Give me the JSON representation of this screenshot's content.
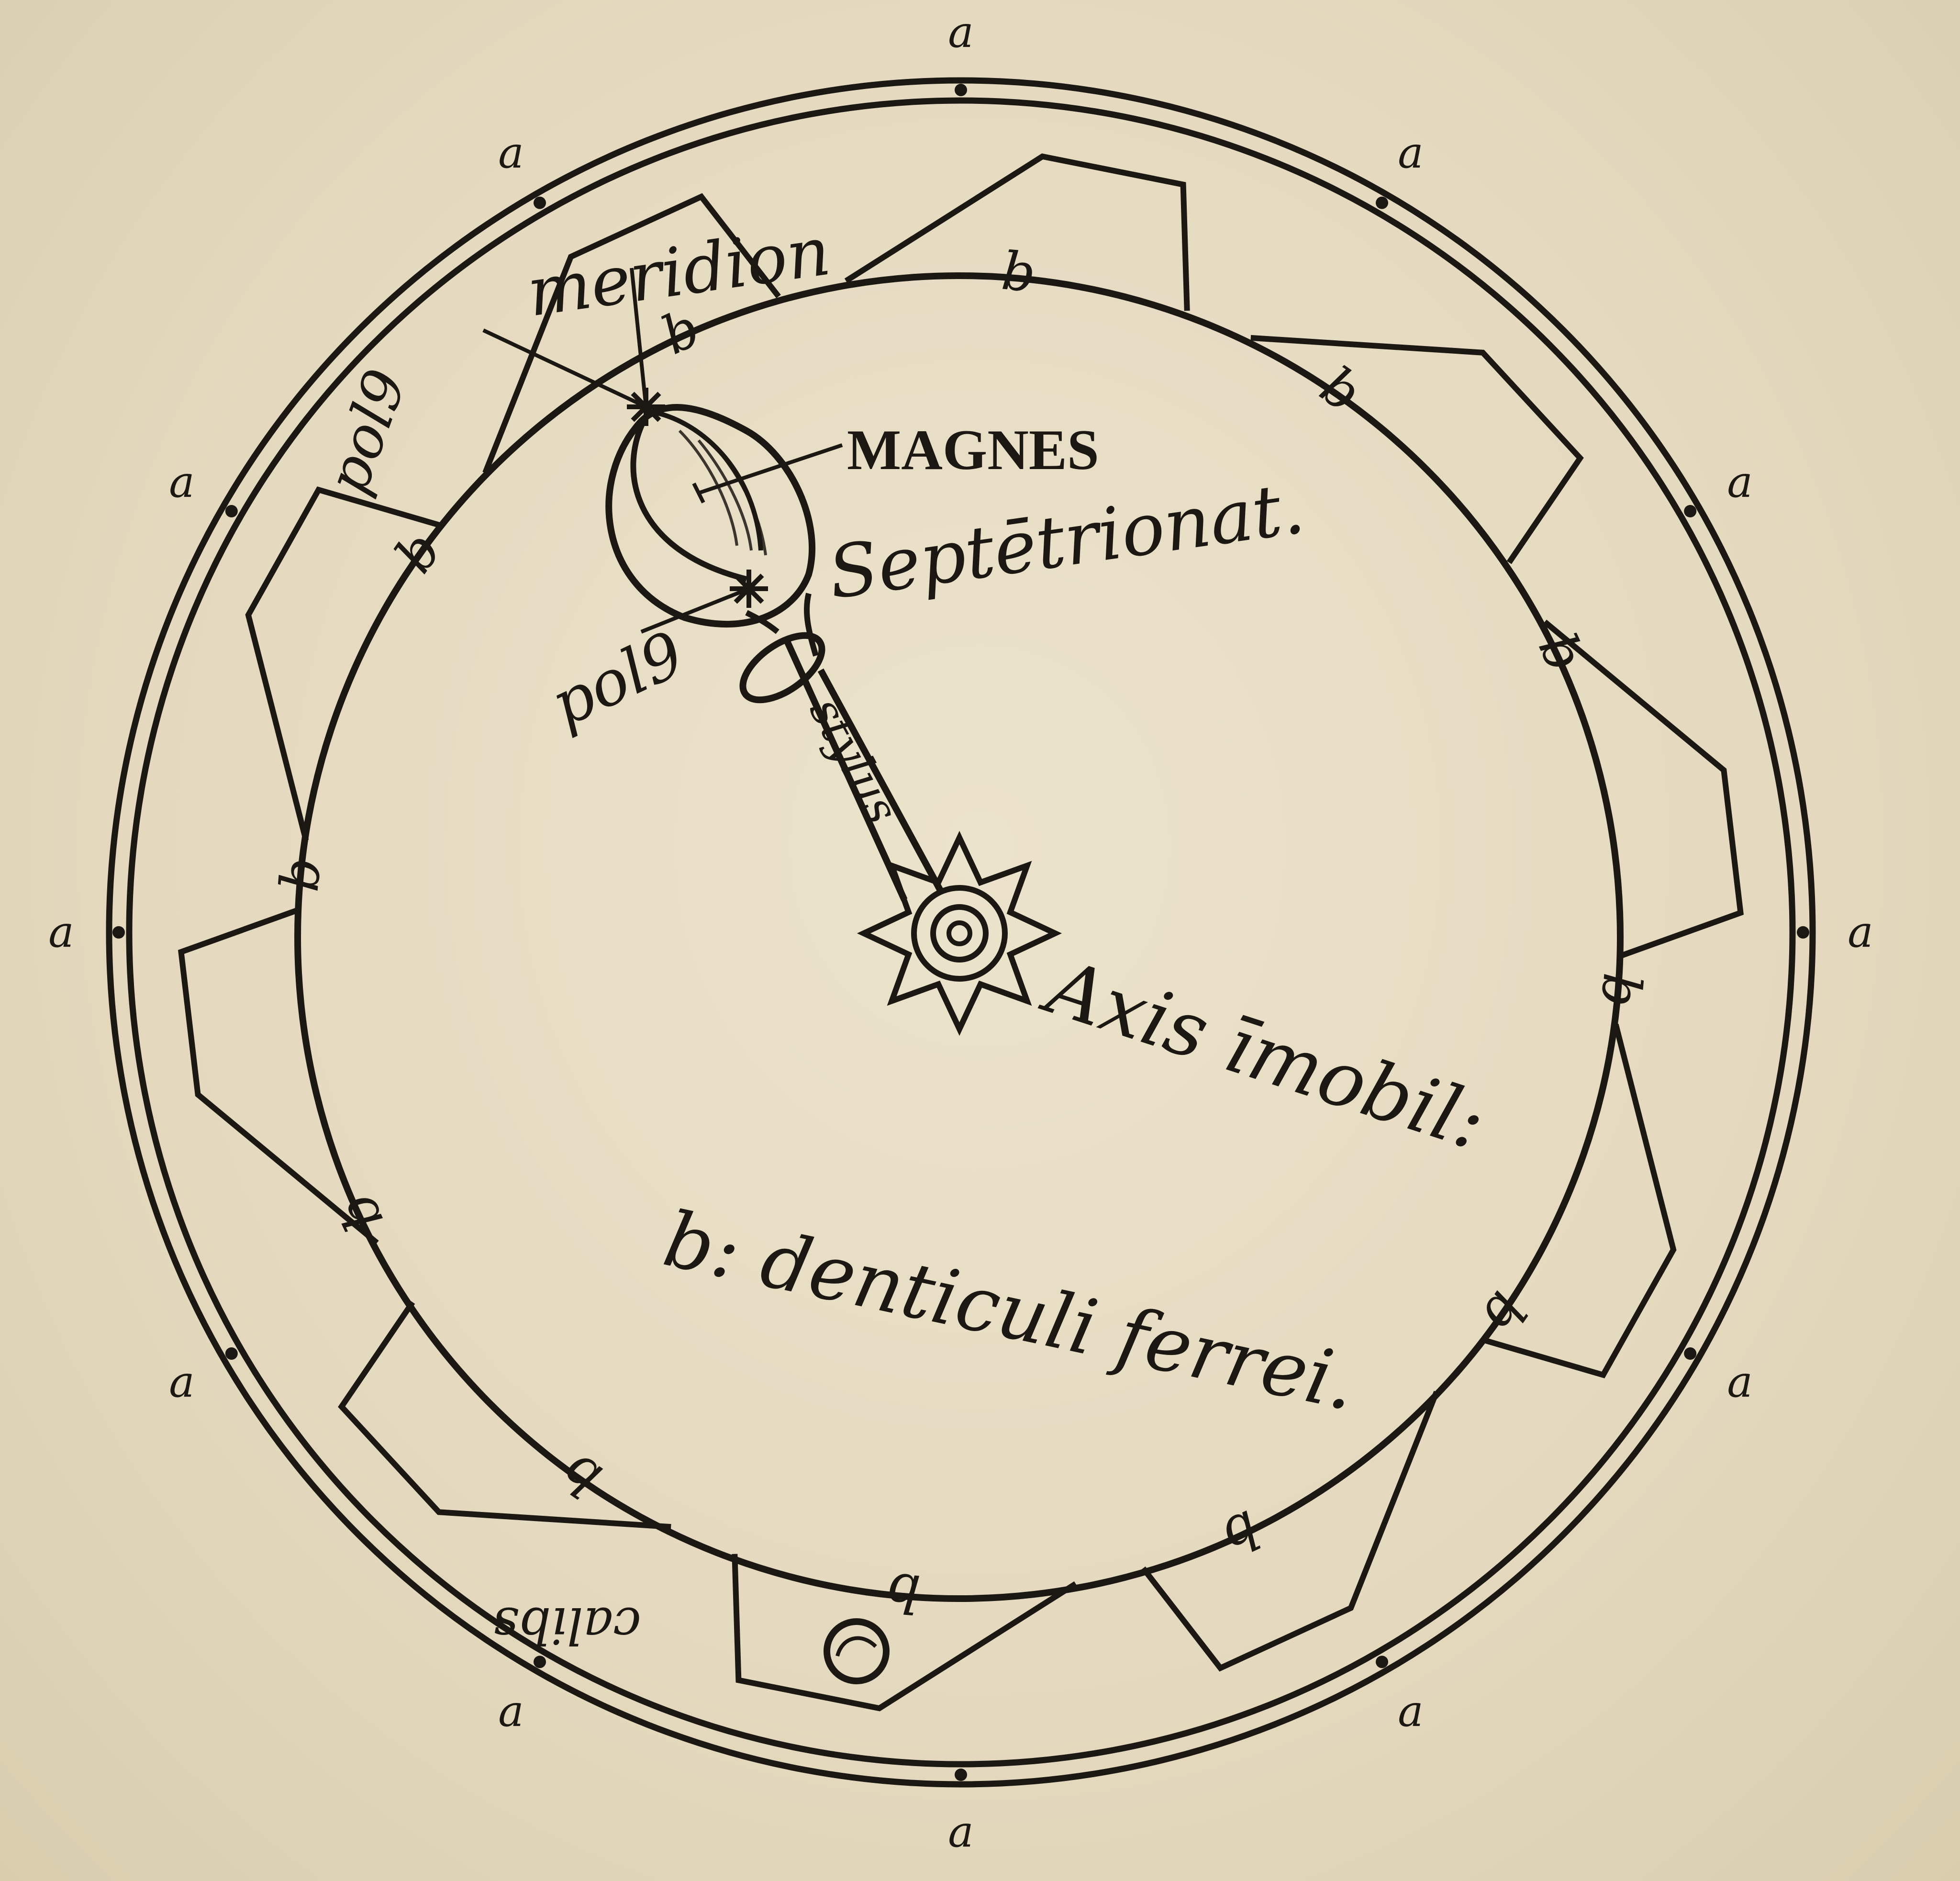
{
  "diagram": {
    "labels": {
      "outer_point": "a",
      "inner_point": "b",
      "meridion": "meridion",
      "magnes": "MAGNES",
      "septentrionat": "Septētrionat.",
      "polus": "pol9",
      "stylus": "stylus",
      "axis": "Axis īmobil:",
      "denticuli": "b: denticuli ferrei.",
      "calibs": "calibs"
    },
    "colors": {
      "ink": "#1b1712",
      "paper": "#e6dcc3"
    }
  }
}
